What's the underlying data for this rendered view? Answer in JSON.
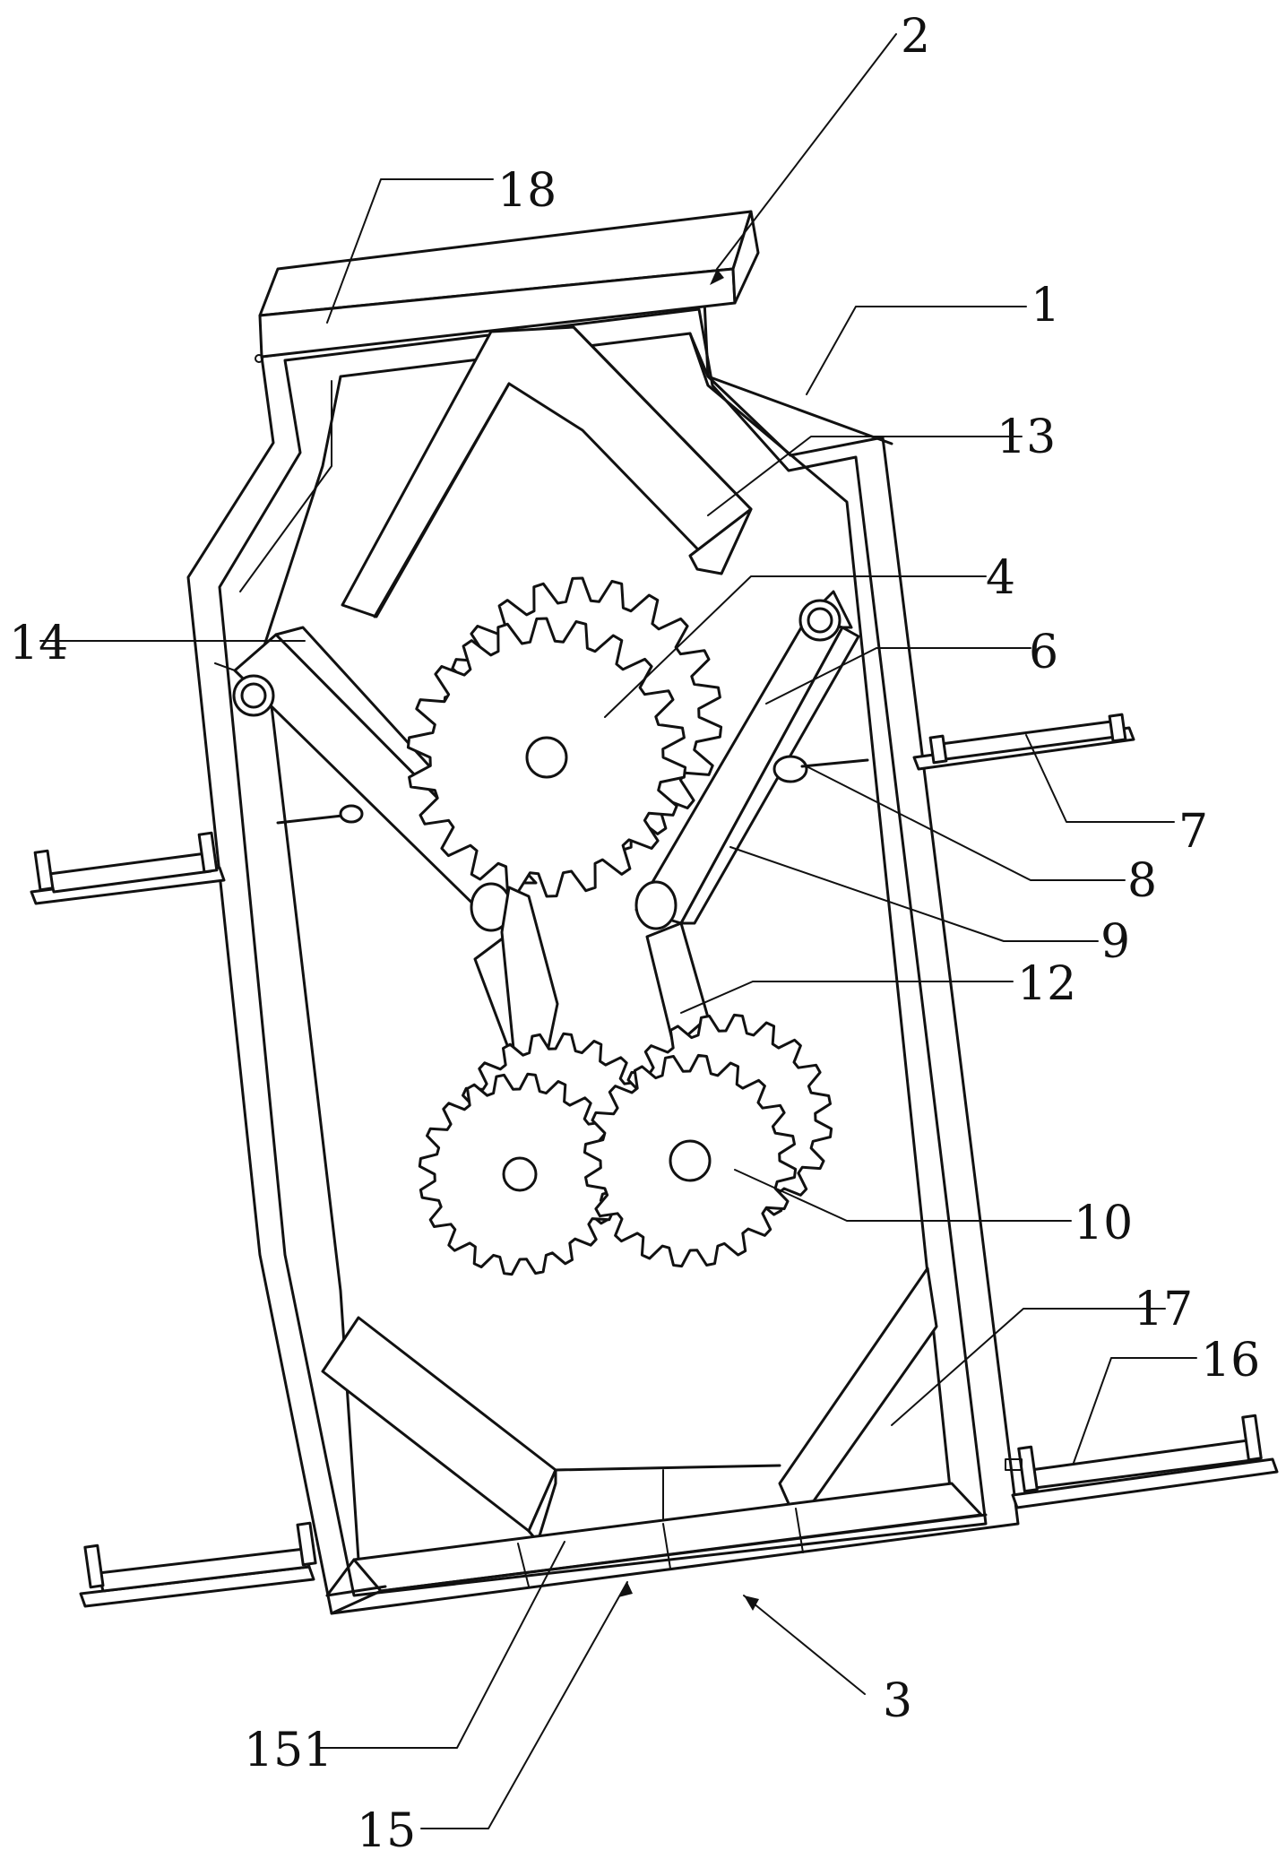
{
  "labels": {
    "l1": "1",
    "l2": "2",
    "l3": "3",
    "l4": "4",
    "l6": "6",
    "l7": "7",
    "l8": "8",
    "l9": "9",
    "l10": "10",
    "l12": "12",
    "l13": "13",
    "l14": "14",
    "l15": "15",
    "l16": "16",
    "l17": "17",
    "l18": "18",
    "l151": "151"
  }
}
